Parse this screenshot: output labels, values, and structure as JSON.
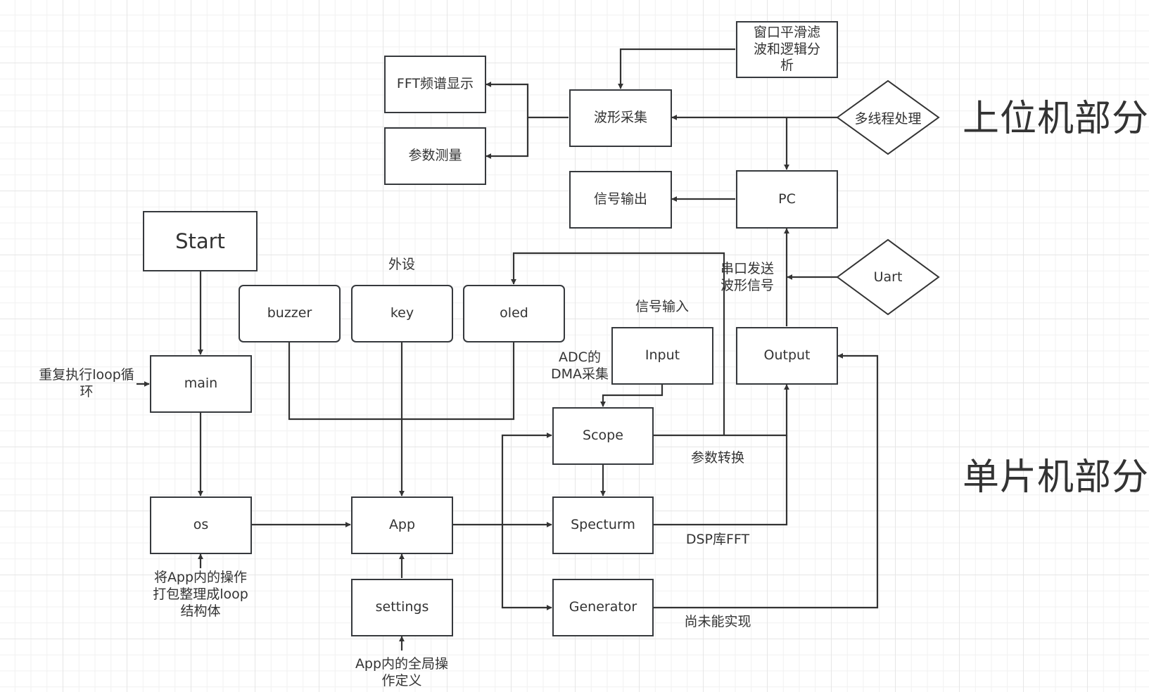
{
  "diagram": {
    "section_labels": {
      "host": "上位机部分",
      "mcu": "单片机部分"
    },
    "nodes": {
      "start": "Start",
      "main": "main",
      "os": "os",
      "app": "App",
      "settings": "settings",
      "buzzer": "buzzer",
      "key": "key",
      "oled": "oled",
      "input": "Input",
      "scope": "Scope",
      "specturm": "Specturm",
      "generator": "Generator",
      "output": "Output",
      "pc": "PC",
      "uart": "Uart",
      "multithread": "多线程处理",
      "waveform_capture": "波形采集",
      "signal_output": "信号输出",
      "fft_display": "FFT频谱显示",
      "param_measure": "参数测量",
      "window_filter": "窗口平滑滤波和逻辑分析"
    },
    "annotations": {
      "loop_repeat": [
        "重复执行loop循",
        "环"
      ],
      "pack_loop": [
        "将App内的操作",
        "打包整理成loop",
        "结构体"
      ],
      "global_ops": [
        "App内的全局操",
        "作定义"
      ],
      "peripherals": "外设",
      "signal_input": "信号输入",
      "adc_dma": [
        "ADC的",
        "DMA采集"
      ],
      "param_convert": "参数转换",
      "dsp_fft": "DSP库FFT",
      "not_implemented": "尚未能实现",
      "uart_send": [
        "串口发送",
        "波形信号"
      ]
    },
    "edges": [
      {
        "from": "start",
        "to": "main"
      },
      {
        "from": "loop_repeat",
        "to": "main"
      },
      {
        "from": "main",
        "to": "os"
      },
      {
        "from": "pack_loop",
        "to": "os"
      },
      {
        "from": "os",
        "to": "app"
      },
      {
        "from": "buzzer",
        "to": "app"
      },
      {
        "from": "key",
        "to": "app"
      },
      {
        "from": "oled",
        "to": "app"
      },
      {
        "from": "settings",
        "to": "app"
      },
      {
        "from": "global_ops",
        "to": "settings"
      },
      {
        "from": "app",
        "to": "scope"
      },
      {
        "from": "app",
        "to": "specturm"
      },
      {
        "from": "app",
        "to": "generator"
      },
      {
        "from": "input",
        "to": "scope"
      },
      {
        "from": "scope",
        "to": "specturm"
      },
      {
        "from": "scope",
        "to": "oled"
      },
      {
        "from": "scope",
        "to": "output"
      },
      {
        "from": "specturm",
        "to": "output"
      },
      {
        "from": "generator",
        "to": "output"
      },
      {
        "from": "output",
        "to": "pc"
      },
      {
        "from": "uart",
        "to": "output-pc-link"
      },
      {
        "from": "multithread",
        "to": "waveform_capture"
      },
      {
        "from": "multithread",
        "to": "pc"
      },
      {
        "from": "window_filter",
        "to": "waveform_capture"
      },
      {
        "from": "waveform_capture",
        "to": "fft_display"
      },
      {
        "from": "waveform_capture",
        "to": "param_measure"
      },
      {
        "from": "pc",
        "to": "signal_output"
      }
    ]
  }
}
